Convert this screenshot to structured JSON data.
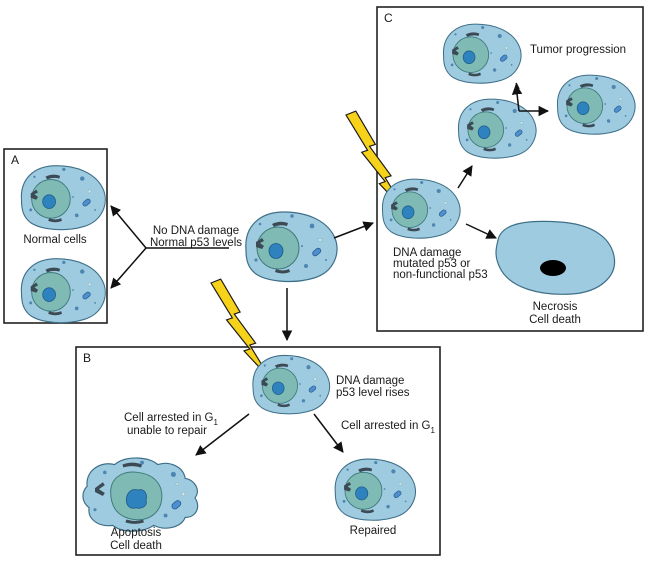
{
  "title": "p53 response to DNA damage",
  "panels": {
    "a": {
      "letter": "A",
      "label": "Normal cells"
    },
    "b": {
      "letter": "B",
      "damage_label_line1": "DNA damage",
      "damage_label_line2": "p53 level rises",
      "left_branch_line1": "Cell arrested in G",
      "left_branch_sub1": "1",
      "left_branch_line2": "unable to repair",
      "right_branch_line1": "Cell arrested in G",
      "right_branch_sub1": "1",
      "apoptosis_line1": "Apoptosis",
      "apoptosis_line2": "Cell death",
      "repaired": "Repaired"
    },
    "c": {
      "letter": "C",
      "tumor": "Tumor progression",
      "damage_line1": "DNA damage",
      "damage_line2": "mutated p53 or",
      "damage_line3": "non-functional p53",
      "necrosis_line1": "Necrosis",
      "necrosis_line2": "Cell death"
    }
  },
  "center": {
    "no_damage_line1": "No DNA damage",
    "no_damage_line2": "Normal p53 levels"
  },
  "colors": {
    "cytoplasm": "#9fcbe0",
    "nucleus": "#7fbab5",
    "nucleolus": "#2e82bd",
    "lightning": "#f7d21a",
    "necrotic_nucleus": "#000000"
  },
  "icons": [
    "cell-icon",
    "lightning-bolt-icon",
    "arrow-icon"
  ]
}
